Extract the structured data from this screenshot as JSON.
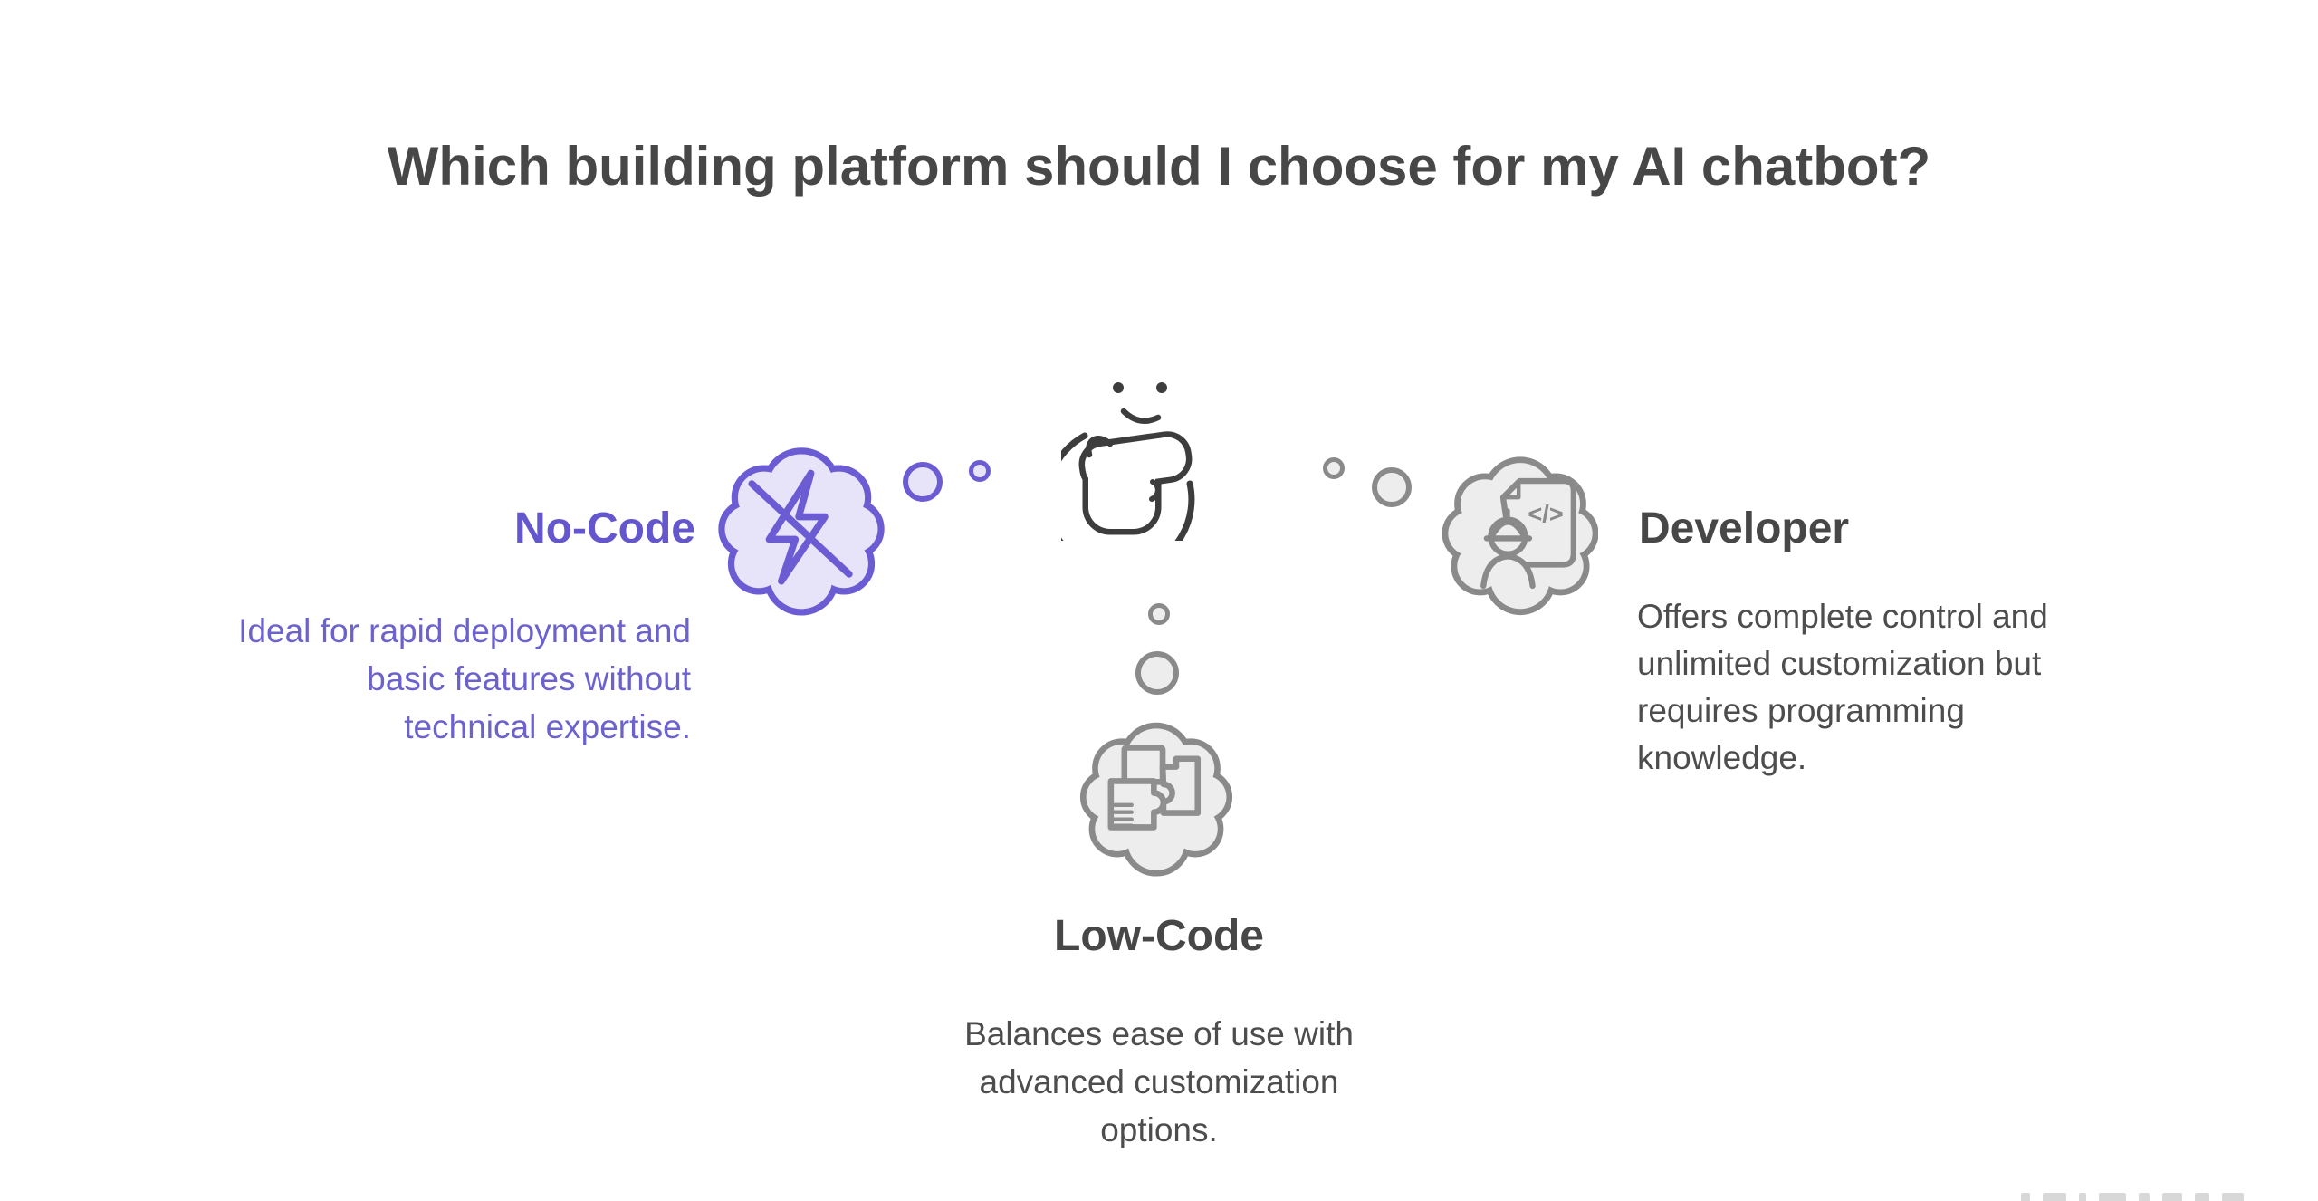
{
  "title": "Which building platform should I choose for my AI chatbot?",
  "center": {
    "icon": "thinking-face"
  },
  "options": {
    "no_code": {
      "label": "No-Code",
      "description": "Ideal for rapid deployment and\nbasic features without\ntechnical expertise.",
      "icon": "flash-off",
      "accent_color": "#6457CE"
    },
    "developer": {
      "label": "Developer",
      "description": "Offers complete control and\nunlimited customization but\nrequires programming\nknowledge.",
      "icon": "engineer-code-document",
      "code_glyph": "</>",
      "accent_color": "#8A8A8A"
    },
    "low_code": {
      "label": "Low-Code",
      "description": "Balances ease of use with\nadvanced customization\noptions.",
      "icon": "puzzle-blocks",
      "accent_color": "#8A8A8A"
    }
  },
  "colors": {
    "title_text": "#474747",
    "body_text": "#4D4D4D",
    "purple_stroke": "#6B5CD3",
    "purple_fill": "#E7E3F8",
    "gray_stroke": "#8A8A8A",
    "gray_fill": "#EDEDED",
    "face_stroke": "#3D3D3D",
    "background": "#FFFFFF"
  }
}
